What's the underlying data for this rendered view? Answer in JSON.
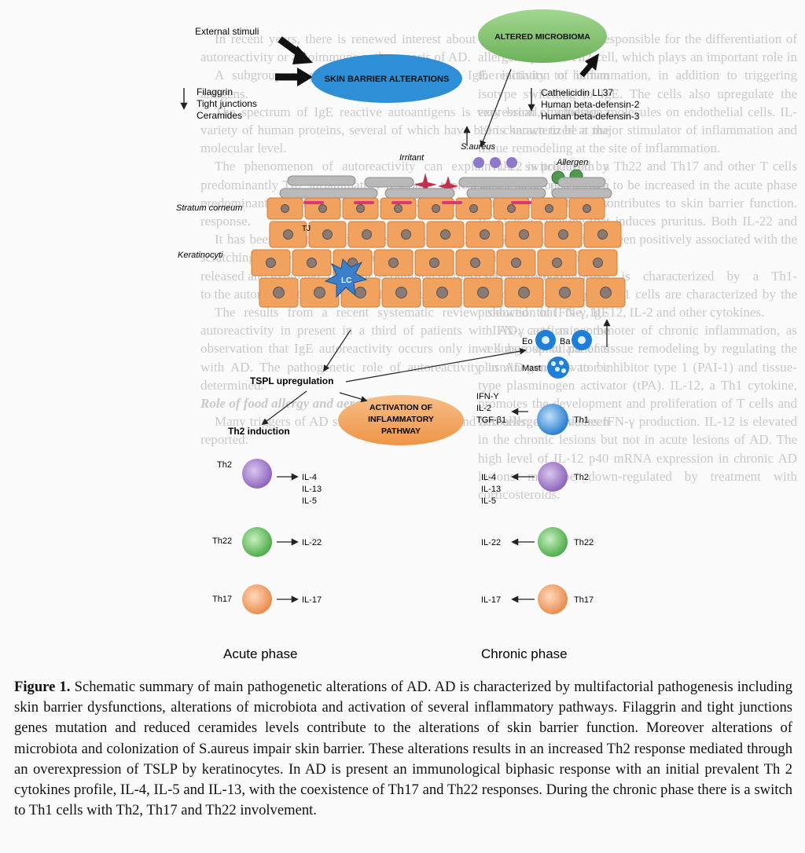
{
  "background_text": {
    "left_column": [
      "In recent years, there is renewed interest about the possible role in the autoreactivity or autoimmune pathogenesis of AD.",
      "A subgroup of patients with AD showed IgE reactivity to human antigens.",
      "The spectrum of IgE reactive autoantigens is very broad, including a variety of human proteins, several of which have been characterized at the molecular level.",
      "The phenomenon of autoreactivity can explain the switch from a predominantly Th2 inflammatory response, typical of the acute phase, to a predominantly TH1 cytokine pattern that can perpetuate the inflammatory response.",
      "It has been hypothesized that as a consequence of the inflammation and scratching, some human proteins never before recognized epitopes may be released and exhibited; may the recognition of these self antigens contribute to the autoreactivity response of the immune system.",
      "The results from a recent systematic review showed that the IgE autoreactivity in present in a third of patients with AD, confirming the observation that IgE autoreactivity occurs only in a subgroup of patients with AD. The pathogenetic role of autoreactivity in AD remains to be determined.",
      "Role of food allergy and aeroallergens",
      "Many triggers of AD such as food allergens and aeroallergens have been reported."
    ],
    "right_column": [
      "IL-4 and IL-13 are responsible for the differentiation of allergen-specific Th2 cell, which plays an important role in the initiation of inflammation, in addition to triggering isotype switching to IgE. The cells also upregulate the expression of adhesion molecules on endothelial cells. IL-13 is known to be a major stimulator of inflammation and tissue remodeling at the site of inflammation.",
      "IL-22 is produced by Th22 and Th17 and other T cells which have been shown to be increased in the acute phase of AD because IL-22 contributes to skin barrier function. IL-31 is a cytokine that induces pruritus. Both IL-22 and IL-31 serum levels have been positively associated with the severity of AD.",
      "The chronic phase is characterized by a Th1-predominant paradigm. Th1 cells are characterized by the production of IFN-γ, IL-12, IL-2 and other cytokines.",
      "IFN-γ acts as a promoter of chronic inflammation, as well as a stimulant of tissue remodeling by regulating the plasminogen activator inhibitor type 1 (PAI-1) and tissue-type plasminogen activator (tPA). IL-12, a Th1 cytokine, promotes the development and proliferation of T cells and NK cells, and induces IFN-γ production. IL-12 is elevated in the chronic lesions but not in acute lesions of AD. The high level of IL-12 p40 mRNA expression in chronic AD lesions may be down-regulated by treatment with corticosteroids."
    ]
  },
  "diagram": {
    "external_stimuli": "External stimuli",
    "skin_barrier": "SKIN BARRIER ALTERATIONS",
    "altered_microbioma": "ALTERED MICROBIOMA",
    "barrier_items": [
      "Filaggrin",
      "Tight junctions",
      "Ceramides"
    ],
    "microbioma_items": [
      "Cathelicidin LL37",
      "Human beta-defensin-2",
      "Human beta-defensin-3"
    ],
    "saureus": "S.aureus",
    "irritant": "Irritant",
    "allergen": "Allergen",
    "stratum_corneum": "Stratum corneum",
    "tj": "TJ",
    "keratinocyti": "Keratinocyti",
    "lc": "LC",
    "eo": "Eo",
    "ba": "Ba",
    "mast": "Mast",
    "tspl": "TSPL upregulation",
    "activation": [
      "ACTIVATION OF",
      "INFLAMMATORY",
      "PATHWAY"
    ],
    "th1_cytokines": [
      "IFN-Y",
      "IL-2",
      "TGF-β1"
    ],
    "th1": "Th1",
    "th2_induction": "Th2 induction",
    "acute_th2": "Th2",
    "acute_th2_cytokines": [
      "IL-4",
      "IL-13",
      "IL-5"
    ],
    "acute_th22": "Th22",
    "acute_th22_cytokine": "IL-22",
    "acute_th17": "Th17",
    "acute_th17_cytokine": "IL-17",
    "chronic_th2": "Th2",
    "chronic_th2_cytokines": [
      "IL-4",
      "IL-13",
      "IL-5"
    ],
    "chronic_th22": "Th22",
    "chronic_th22_cytokine": "IL-22",
    "chronic_th17": "Th17",
    "chronic_th17_cytokine": "IL-17",
    "acute_phase": "Acute phase",
    "chronic_phase": "Chronic phase"
  },
  "caption": {
    "label": "Figure 1.",
    "text": "Schematic summary of main pathogenetic alterations of AD. AD is characterized by multifactorial pathogenesis including skin barrier dysfunctions, alterations of microbiota and activation of several inflammatory pathways. Filaggrin and tight junctions genes mutation and reduced ceramides levels contribute to the alterations of skin barrier function. Moreover alterations of microbiota and colonization of S.aureus impair skin barrier. These alterations results in an increased Th2 response mediated through an overexpression of TSLP by keratinocytes. In AD is present an immunological biphasic response with an initial prevalent Th 2 cytokines profile, IL-4, IL-5 and IL-13, with the coexistence of Th17 and Th22 responses. During the chronic phase there is a switch to Th1 cells with Th2, Th17 and Th22 involvement."
  },
  "colors": {
    "skin_barrier_fill": "#2f8fd6",
    "microbioma_fill": "#7cc16a",
    "activation_fill": "#f3a35b",
    "cell_fill": "#f2a25f",
    "nucleus_fill": "#8a7a74",
    "th2_fill": "#a07cc8",
    "th22_fill": "#6cc36a",
    "th17_fill": "#f2a26a",
    "th1_fill": "#3d8fd8"
  }
}
